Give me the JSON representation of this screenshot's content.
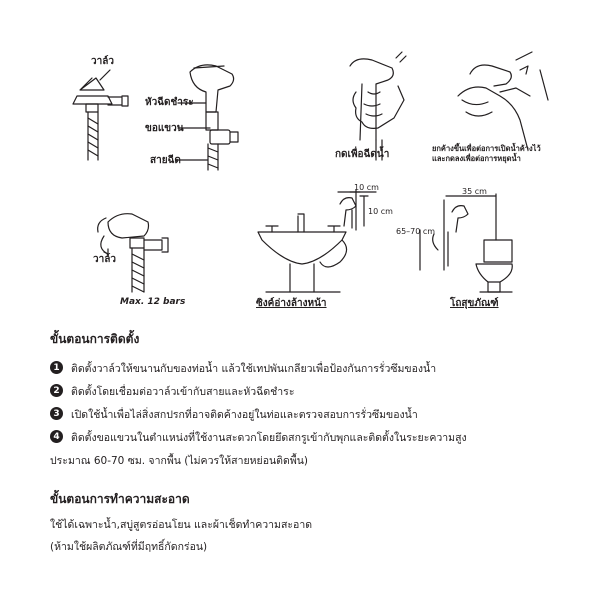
{
  "diagram": {
    "labels": {
      "valve_top": "วาล์ว",
      "spray_head": "หัวฉีดชำระ",
      "holder": "ขอแขวน",
      "hose": "สายฉีด",
      "press_to_spray": "กดเพื่อฉีดน้ำ",
      "lift_note_1": "ยกค้างขึ้นเพื่อต่อการเปิดน้ำค้างไว้",
      "lift_note_2": "และกดลงเพื่อต่อการหยุดน้ำ",
      "valve_bottom": "วาล์ว",
      "max_pressure": "Max. 12 bars",
      "basin_caption": "ซิงค์อ่างล้างหน้า",
      "toilet_caption": "โถสุขภัณฑ์"
    },
    "dimensions": {
      "basin_horizontal": "10 cm",
      "basin_vertical": "10 cm",
      "toilet_horizontal": "35 cm",
      "toilet_height": "65–70 cm"
    }
  },
  "installation": {
    "heading": "ขั้นตอนการติดตั้ง",
    "steps": [
      {
        "num": "1",
        "text": "ติดตั้งวาล์วให้ขนานกับของท่อน้ำ แล้วใช้เทปพันเกลียวเพื่อป้องกันการรั่วซึมของน้ำ"
      },
      {
        "num": "2",
        "text": "ติดตั้งโดยเชื่อมต่อวาล์วเข้ากับสายและหัวฉีดชำระ"
      },
      {
        "num": "3",
        "text": "เปิดใช้น้ำเพื่อไล่สิ่งสกปรกที่อาจติดค้างอยู่ในท่อและตรวจสอบการรั่วซึมของน้ำ"
      },
      {
        "num": "4",
        "text": "ติดตั้งขอแขวนในตำแหน่งที่ใช้งานสะดวกโดยยึดสกรูเข้ากับพุกและติดตั้งในระยะความสูง",
        "text2": "ประมาณ 60-70 ซม. จากพื้น (ไม่ควรให้สายหย่อนติดพื้น)"
      }
    ]
  },
  "cleaning": {
    "heading": "ขั้นตอนการทำความสะอาด",
    "line1": "ใช้ได้เฉพาะน้ำ,สบู่สูตรอ่อนโยน และผ้าเช็ดทำความสะอาด",
    "line2": "(ห้ามใช้ผลิตภัณฑ์ที่มีฤทธิ์กัดกร่อน)"
  }
}
